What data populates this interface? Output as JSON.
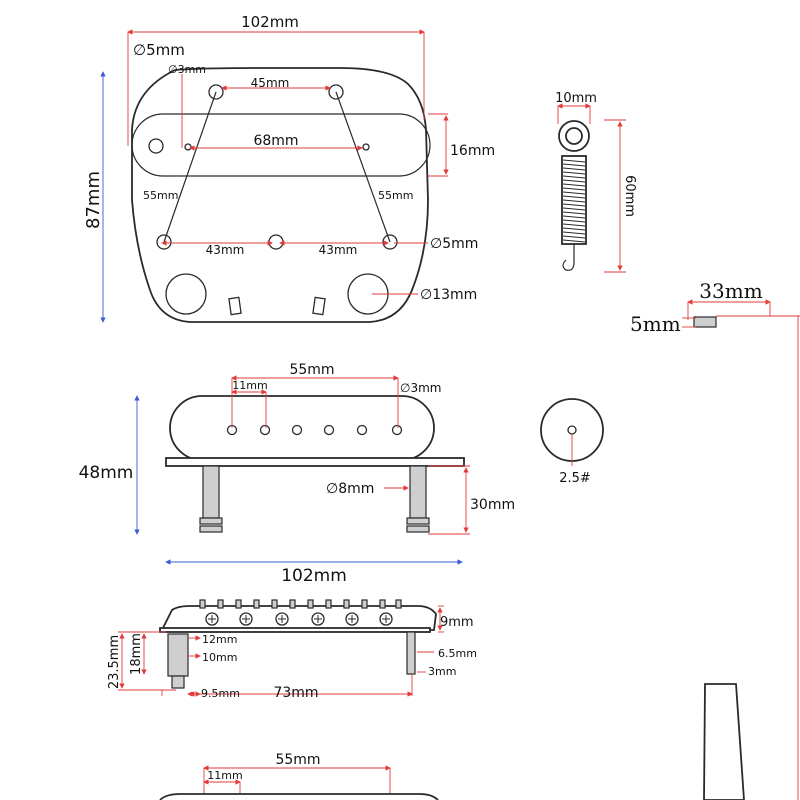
{
  "baseplate": {
    "width": "102mm",
    "height": "87mm",
    "hole_small": "∅5mm",
    "hole_tiny": "∅3mm",
    "top_span": "45mm",
    "middle_span": "68mm",
    "slot_height": "16mm",
    "left_diag": "55mm",
    "right_diag": "55mm",
    "bottom_left": "43mm",
    "bottom_right": "43mm",
    "hole_bottom": "∅5mm",
    "hole_large": "∅13mm"
  },
  "spring": {
    "width": "10mm",
    "length": "60mm"
  },
  "pickup": {
    "hole_span": "55mm",
    "hole_gap": "11mm",
    "hole_dia": "∅3mm",
    "height": "48mm",
    "post_dia": "∅8mm",
    "post_height": "30mm",
    "width": "102mm"
  },
  "knob": {
    "size": "2.5#"
  },
  "arm": {
    "span": "33mm",
    "thread": "5mm"
  },
  "bridge": {
    "height": "9mm",
    "top_post": "12mm",
    "bottom_post": "10mm",
    "total_h": "23.5mm",
    "inner_h": "18mm",
    "right_post": "6.5mm",
    "right_tip": "3mm",
    "left_off": "9.5mm",
    "post_span": "73mm"
  },
  "bridge2": {
    "hole_span": "55mm",
    "hole_gap": "11mm"
  }
}
